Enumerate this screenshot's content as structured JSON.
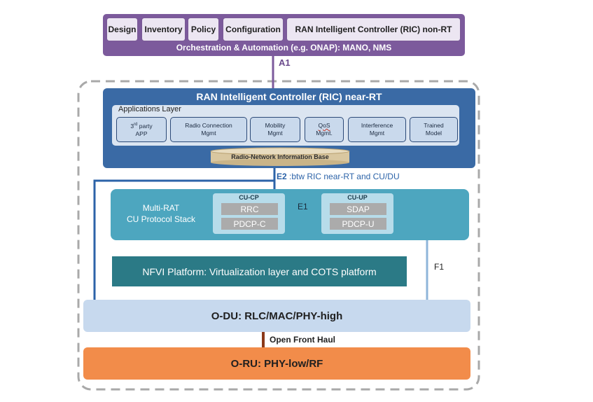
{
  "orchestration": {
    "tabs": [
      "Design",
      "Inventory",
      "Policy",
      "Configuration",
      "RAN Intelligent Controller (RIC) non-RT"
    ],
    "caption": "Orchestration & Automation (e.g. ONAP): MANO, NMS"
  },
  "a1_label": "A1",
  "ric_near_rt": {
    "title": "RAN Intelligent Controller (RIC) near-RT",
    "apps_layer_title": "Applications Layer",
    "apps": [
      {
        "line1": "3",
        "sup": "rd",
        "line1b": " party",
        "line2": "APP"
      },
      {
        "line1": "Radio Connection",
        "line2": "Mgmt"
      },
      {
        "line1": "Mobility",
        "line2": "Mgmt"
      },
      {
        "line1": "QoS",
        "line2": "Mgmt."
      },
      {
        "line1": "Interference",
        "line2": "Mgmt"
      },
      {
        "line1": "Trained",
        "line2": "Model"
      }
    ],
    "rnib": "Radio-Network Information Base"
  },
  "e2": {
    "label": "E2",
    "text": " :btw RIC near-RT and CU/DU"
  },
  "cu": {
    "title_line1": "Multi-RAT",
    "title_line2": "CU Protocol Stack",
    "cp": {
      "title": "CU-CP",
      "items": [
        "RRC",
        "PDCP-C"
      ]
    },
    "up": {
      "title": "CU-UP",
      "items": [
        "SDAP",
        "PDCP-U"
      ]
    },
    "e1": "E1"
  },
  "nfvi": "NFVI Platform: Virtualization layer and COTS platform",
  "f1": "F1",
  "odu": "O-DU: RLC/MAC/PHY-high",
  "fronthaul": "Open Front Haul",
  "oru": "O-RU: PHY-low/RF",
  "colors": {
    "orchestration": "#7c5a9c",
    "ric": "#3a6aa5",
    "cu": "#4da6bf",
    "nfvi": "#2b7a86",
    "odu": "#c7d9ee",
    "oru": "#f28c4a",
    "e2_line": "#2c63a8",
    "fronthaul": "#8b3a1a"
  }
}
